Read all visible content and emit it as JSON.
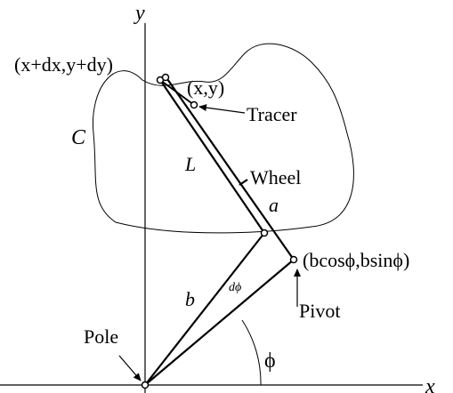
{
  "labels": {
    "y_axis": "y",
    "x_axis": "x",
    "curve": "C",
    "point_moved": "(x+dx,y+dy)",
    "point_tracer": "(x,y)",
    "tracer": "Tracer",
    "wheel": "Wheel",
    "arm_L": "L",
    "arm_a": "a",
    "arm_b": "b",
    "d_phi": "dϕ",
    "pivot_coords": "(bcosϕ,bsinϕ)",
    "pivot": "Pivot",
    "pole": "Pole",
    "phi": "ϕ"
  },
  "colors": {
    "ink": "#000000",
    "background": "#ffffff"
  }
}
